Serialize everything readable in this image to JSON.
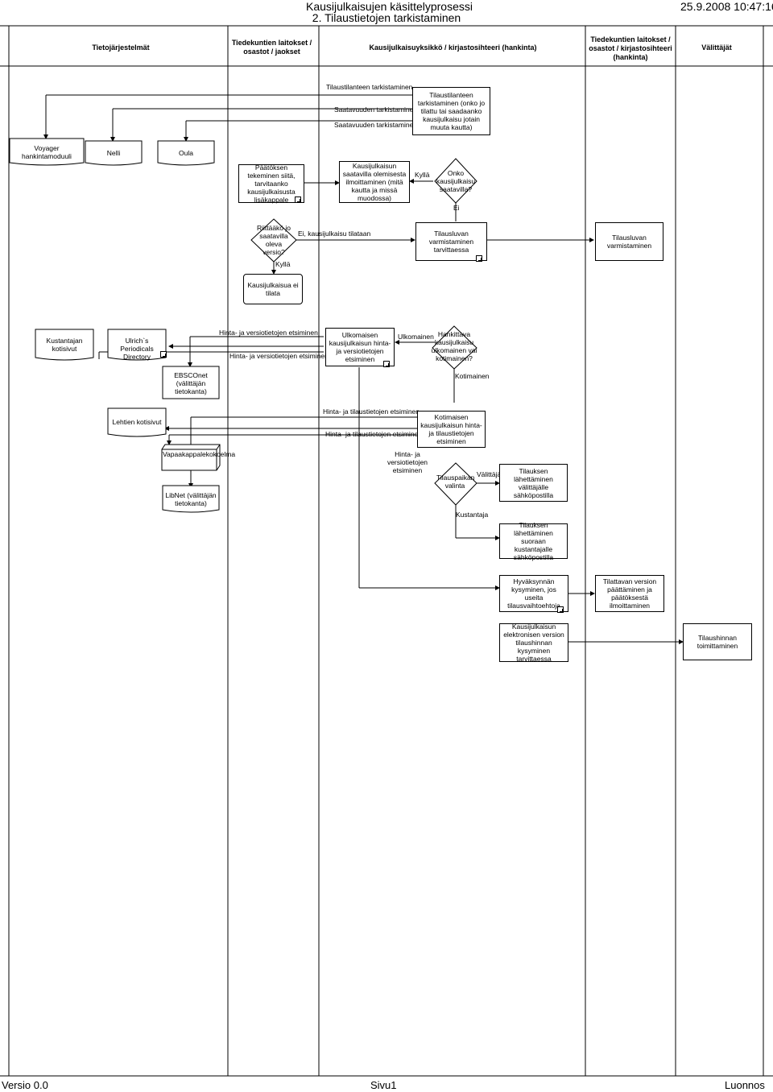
{
  "header": {
    "title_line1": "Kausijulkaisujen käsittelyprosessi",
    "title_line2": "2. Tilaustietojen tarkistaminen",
    "datetime": "25.9.2008 10:47:16"
  },
  "lanes": [
    "Tietojärjestelmät",
    "Tiedekuntien laitokset / osastot / jaokset",
    "Kausijulkaisuyksikkö / kirjastosihteeri (hankinta)",
    "Tiedekuntien laitokset / osastot / kirjastosihteeri (hankinta)",
    "Välittäjät"
  ],
  "nodes": {
    "tilaustilanteen_box": "Tilaustilanteen tarkistaminen (onko jo tilattu tai saadaanko kausijulkaisu jotain muuta kautta)",
    "voyager": "Voyager hankintamoduuli",
    "nelli": "Nelli",
    "oula": "Oula",
    "paatoksen": "Päätöksen tekeminen siitä, tarvitaanko kausijulkaisusta lisäkappale",
    "kausijulkaisun_saatavilla": "Kausijulkaisun saatavilla olemisesta ilmoittaminen (mitä kautta ja missä muodossa)",
    "onko_saatavilla": "Onko kausijulkaisu saatavilla?",
    "riittaako": "Riittääkö jo saatavilla oleva versio?",
    "tilausluvan_tarvittaessa": "Tilausluvan varmistaminen tarvittaessa",
    "tilausluvan": "Tilausluvan varmistaminen",
    "ei_tilata": "Kausijulkaisua ei tilata",
    "kustantajan": "Kustantajan kotisivut",
    "ulrichs": "Ulrich`s Periodicals Directory",
    "ebsconet": "EBSCOnet (välittäjän tietokanta)",
    "ulkomaisen": "Ulkomaisen kausijulkaisun hinta- ja versiotietojen etsiminen",
    "hankittava": "Hankittava kausijulkaisu ulkomainen vai kotimainen?",
    "lehtien": "Lehtien kotisivut",
    "kotimaisen": "Kotimaisen kausijulkaisun hinta- ja tilaustietojen etsiminen",
    "vapaakappale": "Vapaakappalekokoelma",
    "libnet": "LibNet (välittäjän tietokanta)",
    "tilauspaikan": "Tilauspaikan valinta",
    "lahettaminen_valittajalle": "Tilauksen lähettäminen välittäjälle sähköpostilla",
    "lahettaminen_kustantajalle": "Tilauksen lähettäminen suoraan kustantajalle sähköpostilla",
    "hyvaksynnan": "Hyväksynnän kysyminen, jos useita tilausvaihtoehtoja",
    "tilattavan": "Tilattavan version päättäminen ja päätöksestä ilmoittaminen",
    "elektronisen": "Kausijulkaisun elektronisen version tilaushinnan kysyminen tarvittaessa",
    "tilaushinnan": "Tilaushinnan toimittaminen"
  },
  "edge_labels": {
    "tilaustilanteen": "Tilaustilanteen tarkistaminen",
    "saatavuuden1": "Saatavuuden tarkistaminen",
    "saatavuuden2": "Saatavuuden tarkistaminen",
    "kylla1": "Kyllä",
    "ei1": "Ei",
    "ei_tilataan": "Ei, kausijulkaisu tilataan",
    "kylla2": "Kyllä",
    "hinta_versio1": "Hinta- ja versiotietojen etsiminen",
    "hinta_versio2": "Hinta- ja versiotietojen etsiminen",
    "ulkomainen": "Ulkomainen",
    "kotimainen": "Kotimainen",
    "hinta_tilaus1": "Hinta- ja tilaustietojen etsiminen",
    "hinta_tilaus2": "Hinta- ja tilaustietojen etsiminen",
    "hinta_versio3": "Hinta- ja versiotietojen etsiminen",
    "valittaja": "Välittäjä",
    "kustantaja": "Kustantaja"
  },
  "footer": {
    "left": "Versio 0.0",
    "center": "Sivu1",
    "right": "Luonnos"
  }
}
